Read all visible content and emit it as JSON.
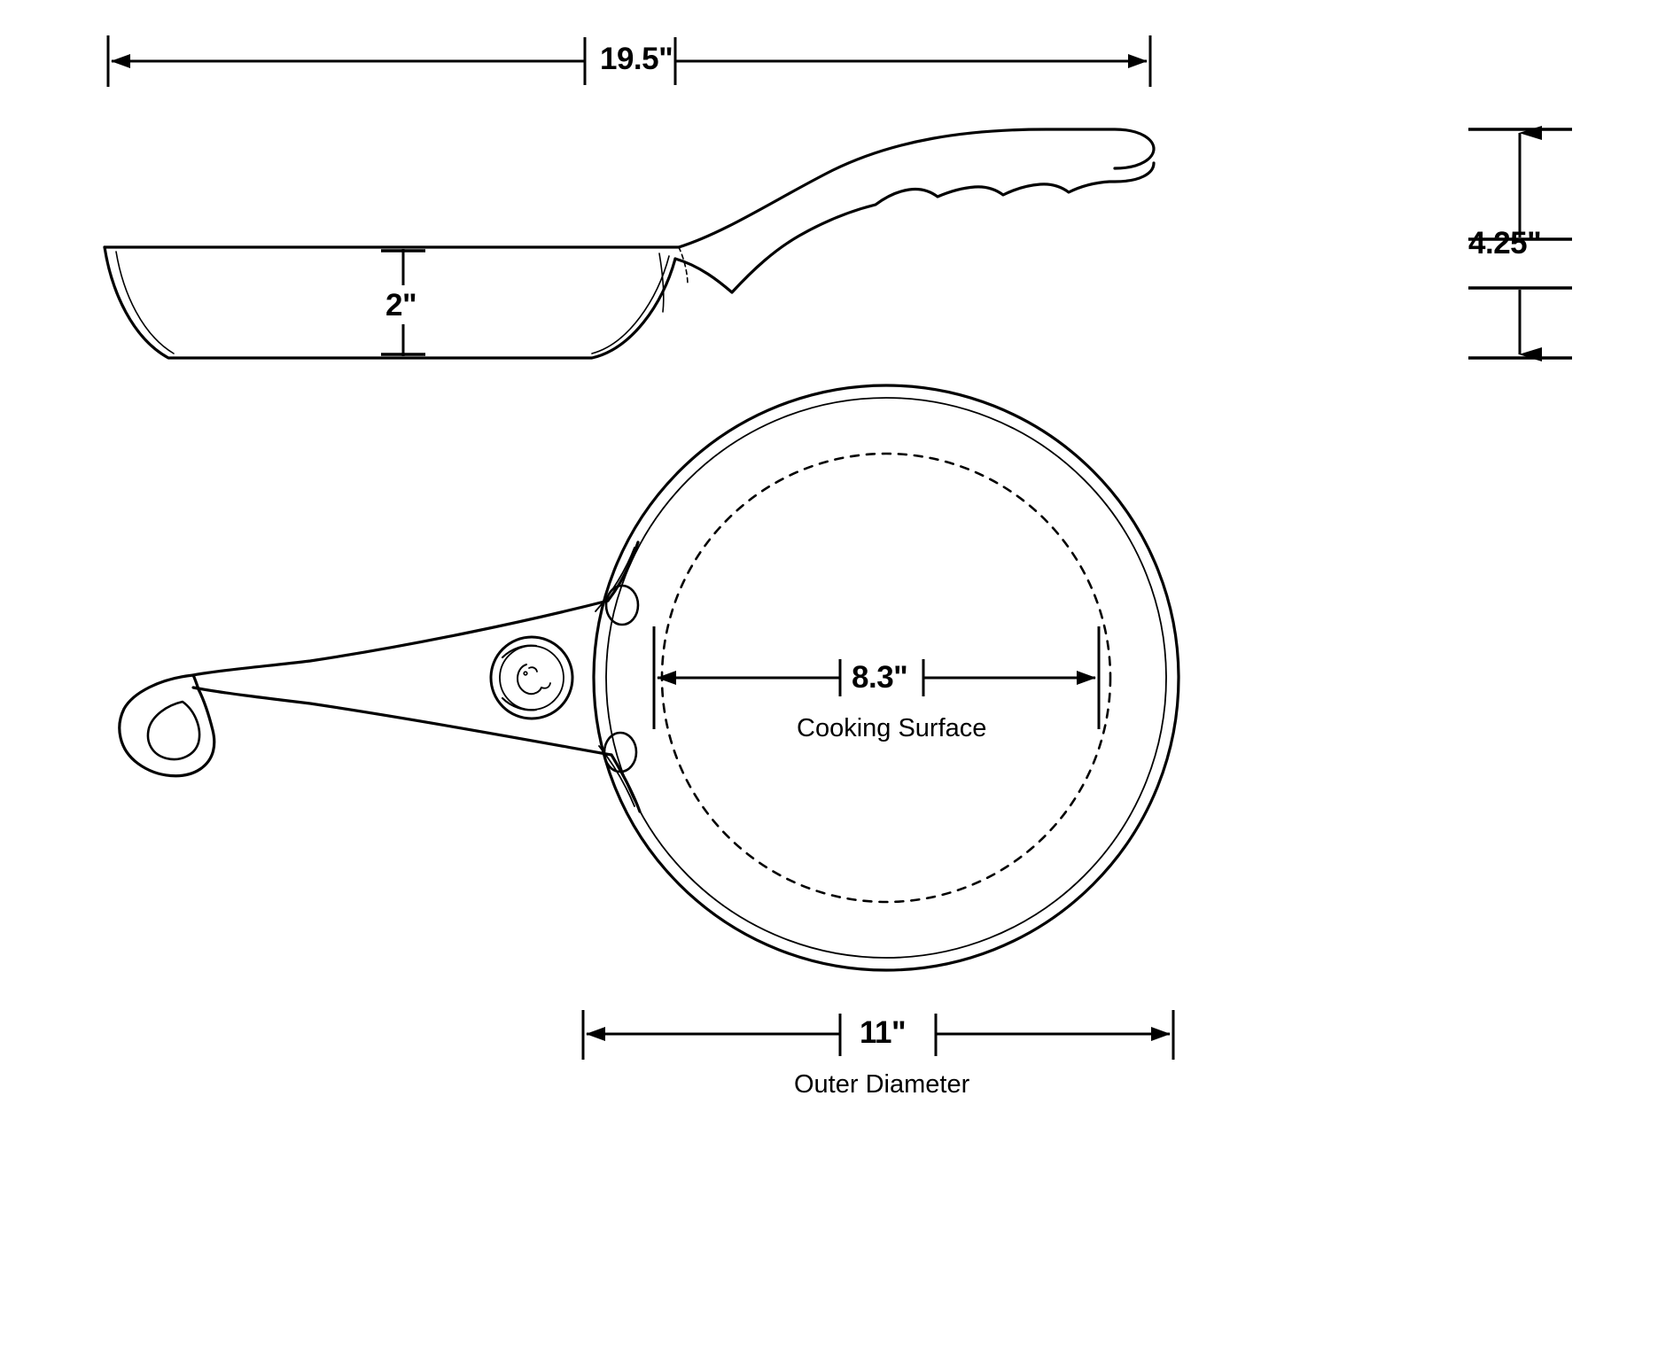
{
  "diagram": {
    "type": "technical-dimension-drawing",
    "subject": "frying pan / skillet",
    "views": [
      {
        "name": "side-view",
        "position": "top"
      },
      {
        "name": "top-view",
        "position": "bottom"
      }
    ],
    "background_color": "#ffffff",
    "line_color": "#000000"
  },
  "dimensions": {
    "overall_length": {
      "value": "19.5\"",
      "caption": "",
      "orientation": "horizontal",
      "applies_to": "side-view overall length including handle"
    },
    "overall_height": {
      "value": "4.25\"",
      "caption": "",
      "orientation": "vertical",
      "applies_to": "side-view total height to handle tip"
    },
    "wall_depth": {
      "value": "2\"",
      "caption": "",
      "orientation": "vertical",
      "applies_to": "side-view pan wall depth"
    },
    "cooking_surface": {
      "value": "8.3\"",
      "caption": "Cooking Surface",
      "orientation": "horizontal",
      "applies_to": "top-view inner dashed circle diameter"
    },
    "outer_diameter": {
      "value": "11\"",
      "caption": "Outer Diameter",
      "orientation": "horizontal",
      "applies_to": "top-view outer rim diameter"
    }
  },
  "branding": {
    "logo_name": "rooster-medallion-logo",
    "located_on": "handle base of top view"
  }
}
